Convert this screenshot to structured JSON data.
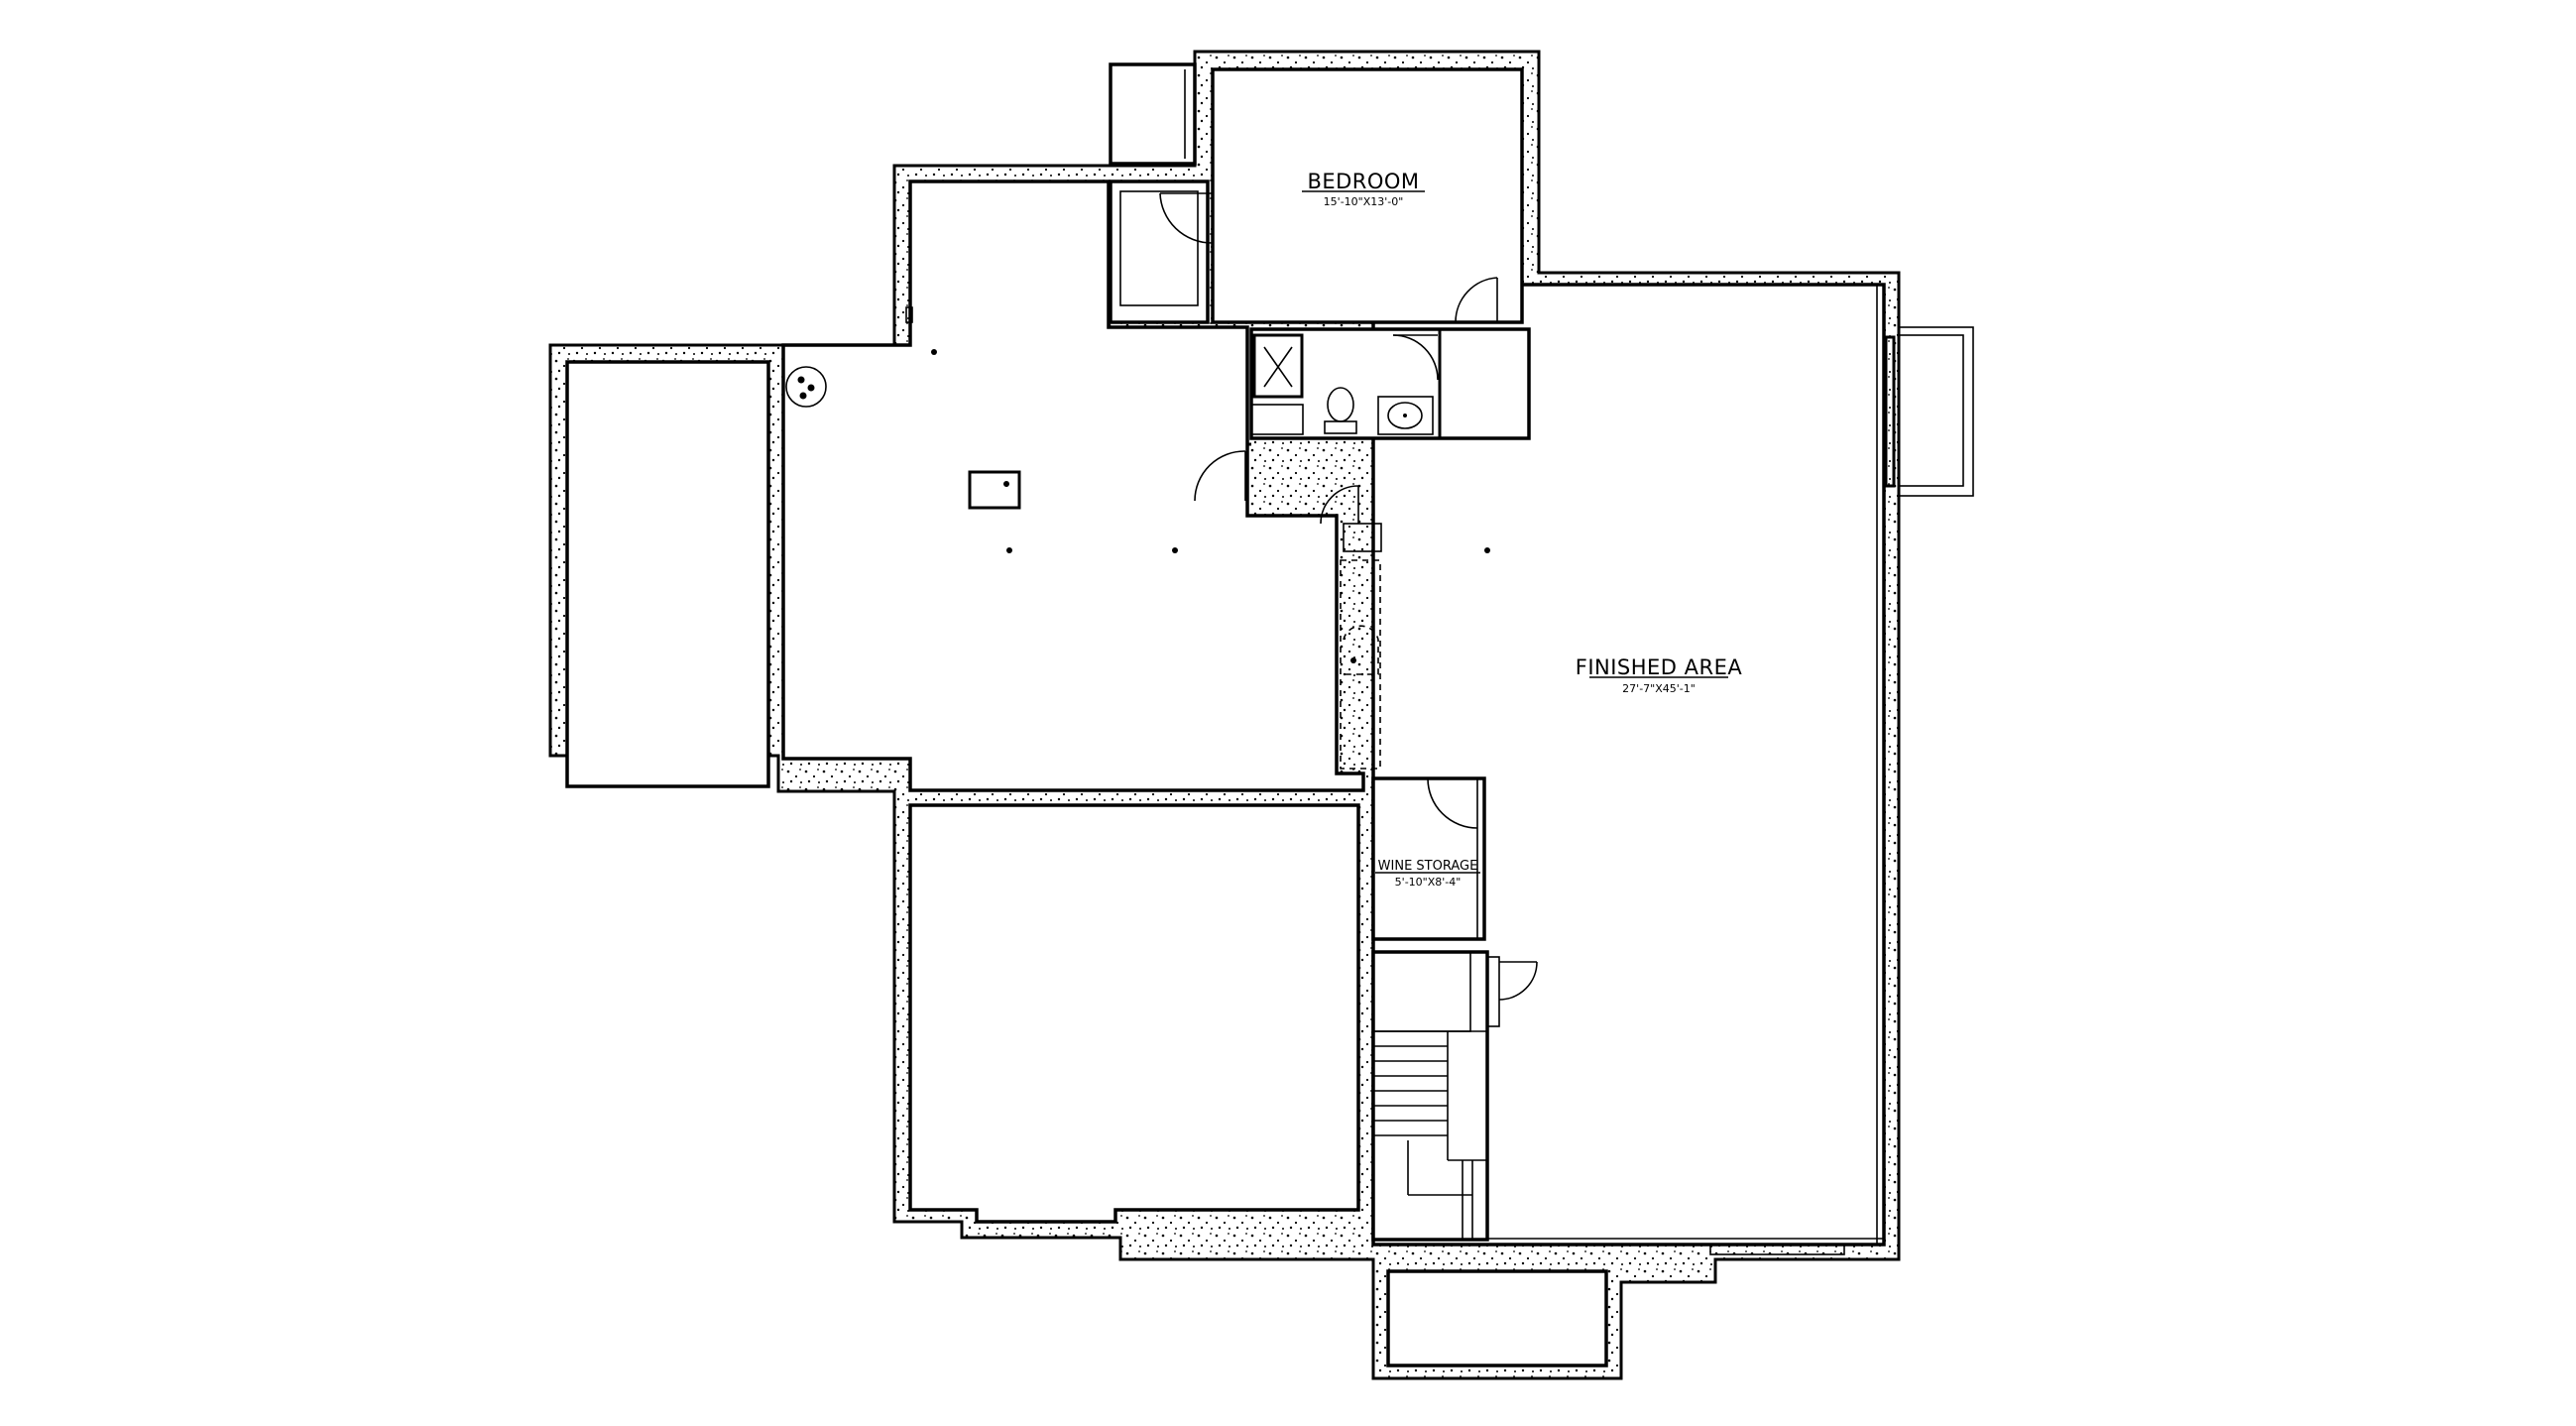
{
  "rooms": {
    "bedroom": {
      "name": "BEDROOM",
      "dims": "15'-10\"X13'-0\""
    },
    "finished_area": {
      "name": "FINISHED AREA",
      "dims": "27'-7\"X45'-1\""
    },
    "wine_storage": {
      "name": "WINE STORAGE",
      "dims": "5'-10\"X8'-4\""
    }
  },
  "colors": {
    "wall_stroke": "#000000",
    "background": "#ffffff"
  }
}
